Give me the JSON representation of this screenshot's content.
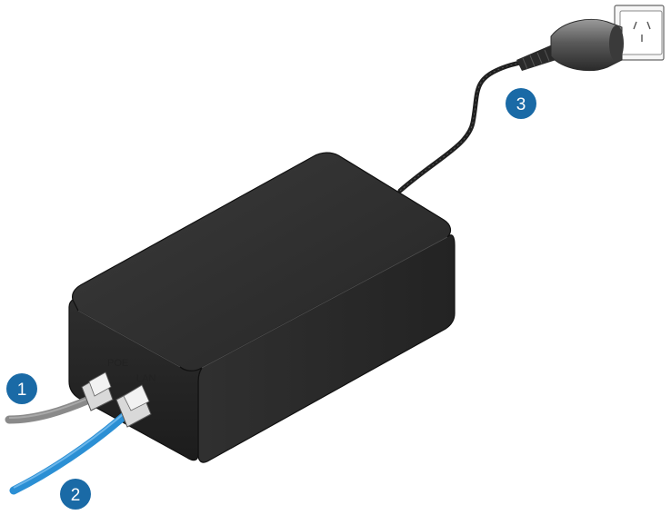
{
  "ports": {
    "poe_label": "POE",
    "lan_label": "LAN"
  },
  "callouts": {
    "one": "1",
    "two": "2",
    "three": "3"
  },
  "colors": {
    "callout_fill": "#1a6aa6",
    "adapter_body": "#2b2b2b",
    "poe_cable": "#8a8a8a",
    "lan_cable": "#2b8fd4",
    "power_cord": "#222222"
  }
}
